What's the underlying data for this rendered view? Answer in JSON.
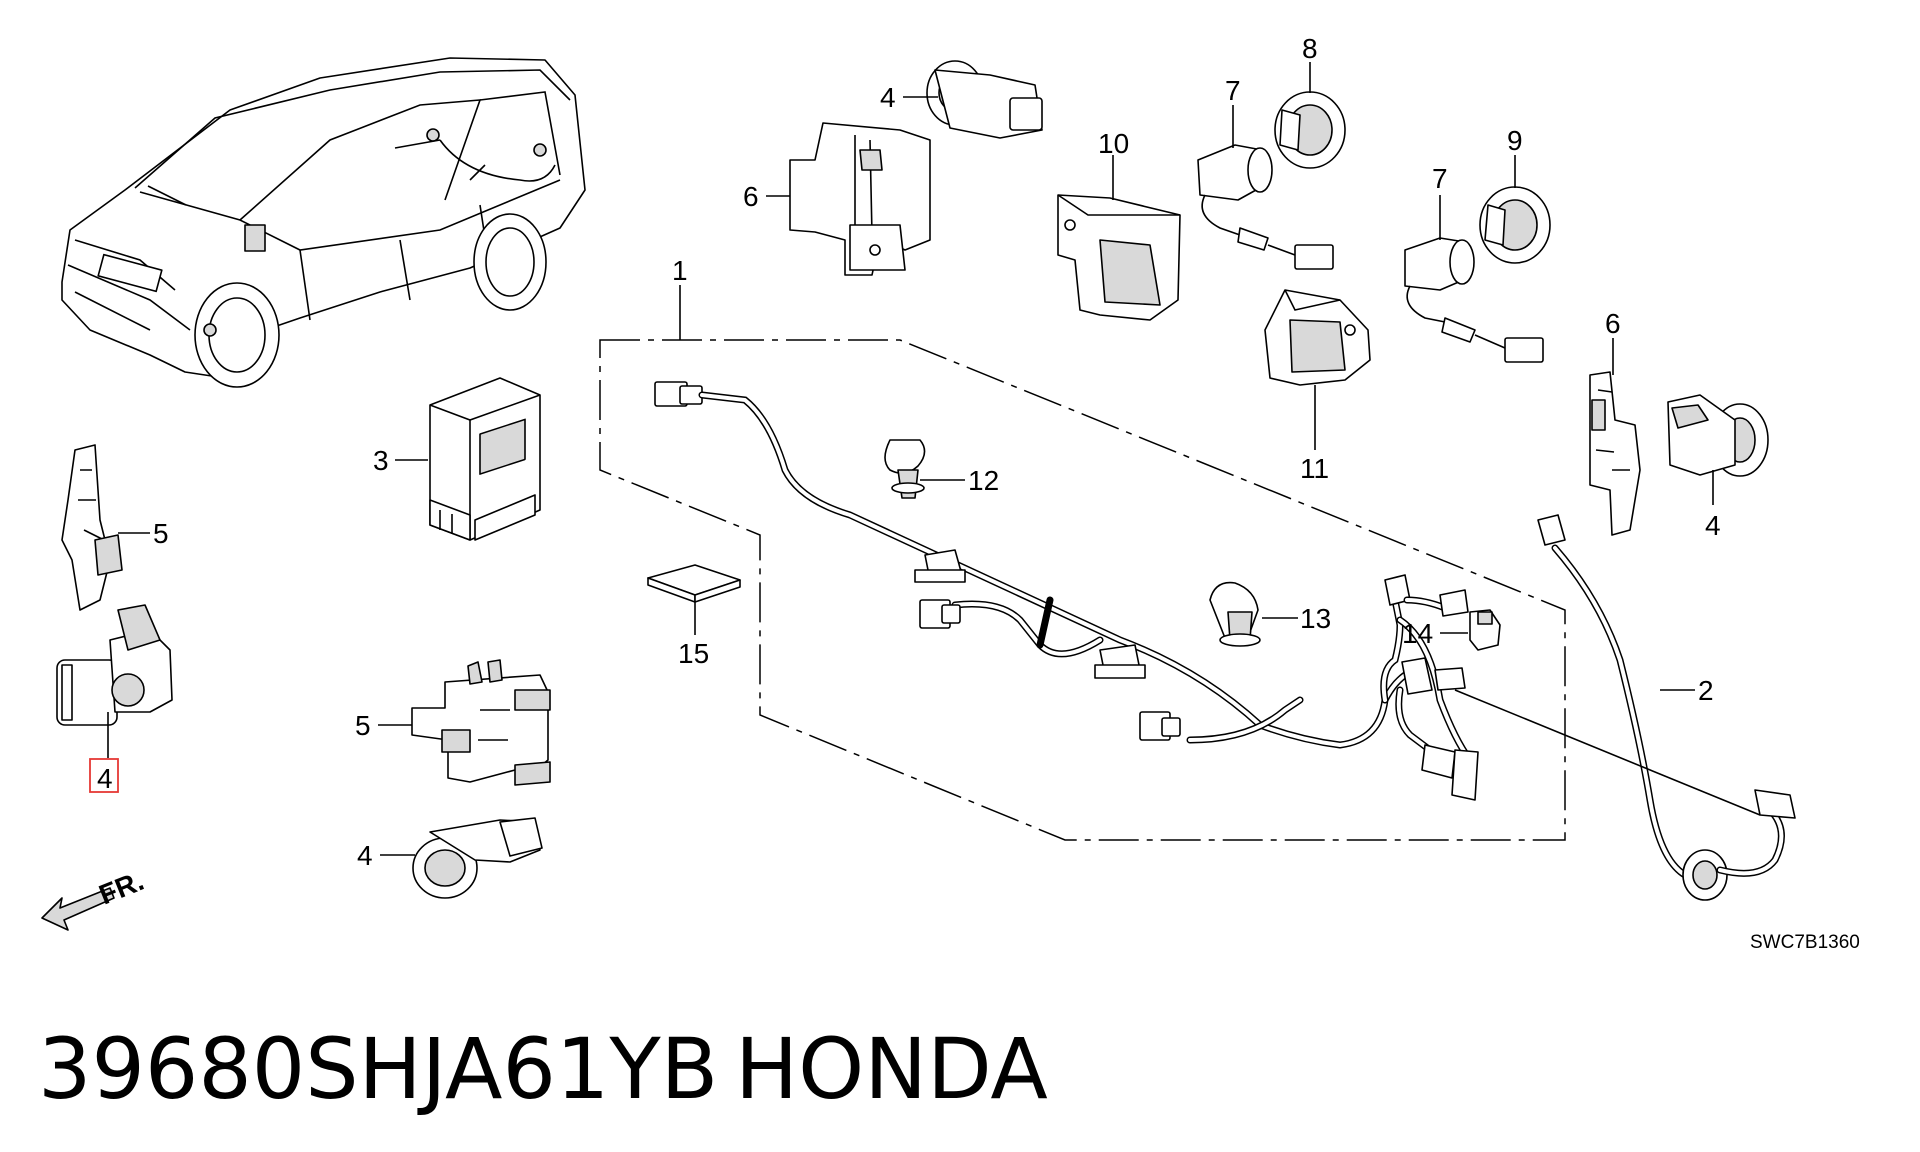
{
  "callouts": {
    "c1": "1",
    "c2": "2",
    "c3": "3",
    "c4_top": "4",
    "c4_right": "4",
    "c4_left": "4",
    "c4_bottom": "4",
    "c5_left": "5",
    "c5_mid": "5",
    "c6_top": "6",
    "c6_right": "6",
    "c7_a": "7",
    "c7_b": "7",
    "c8": "8",
    "c9": "9",
    "c10": "10",
    "c11": "11",
    "c12": "12",
    "c13": "13",
    "c14": "14",
    "c15": "15"
  },
  "direction_label": "FR.",
  "diagram_code": "SWC7B1360",
  "footer": {
    "part_number": "39680SHJA61YB",
    "brand": "HONDA"
  },
  "highlight_color": "#e53935"
}
